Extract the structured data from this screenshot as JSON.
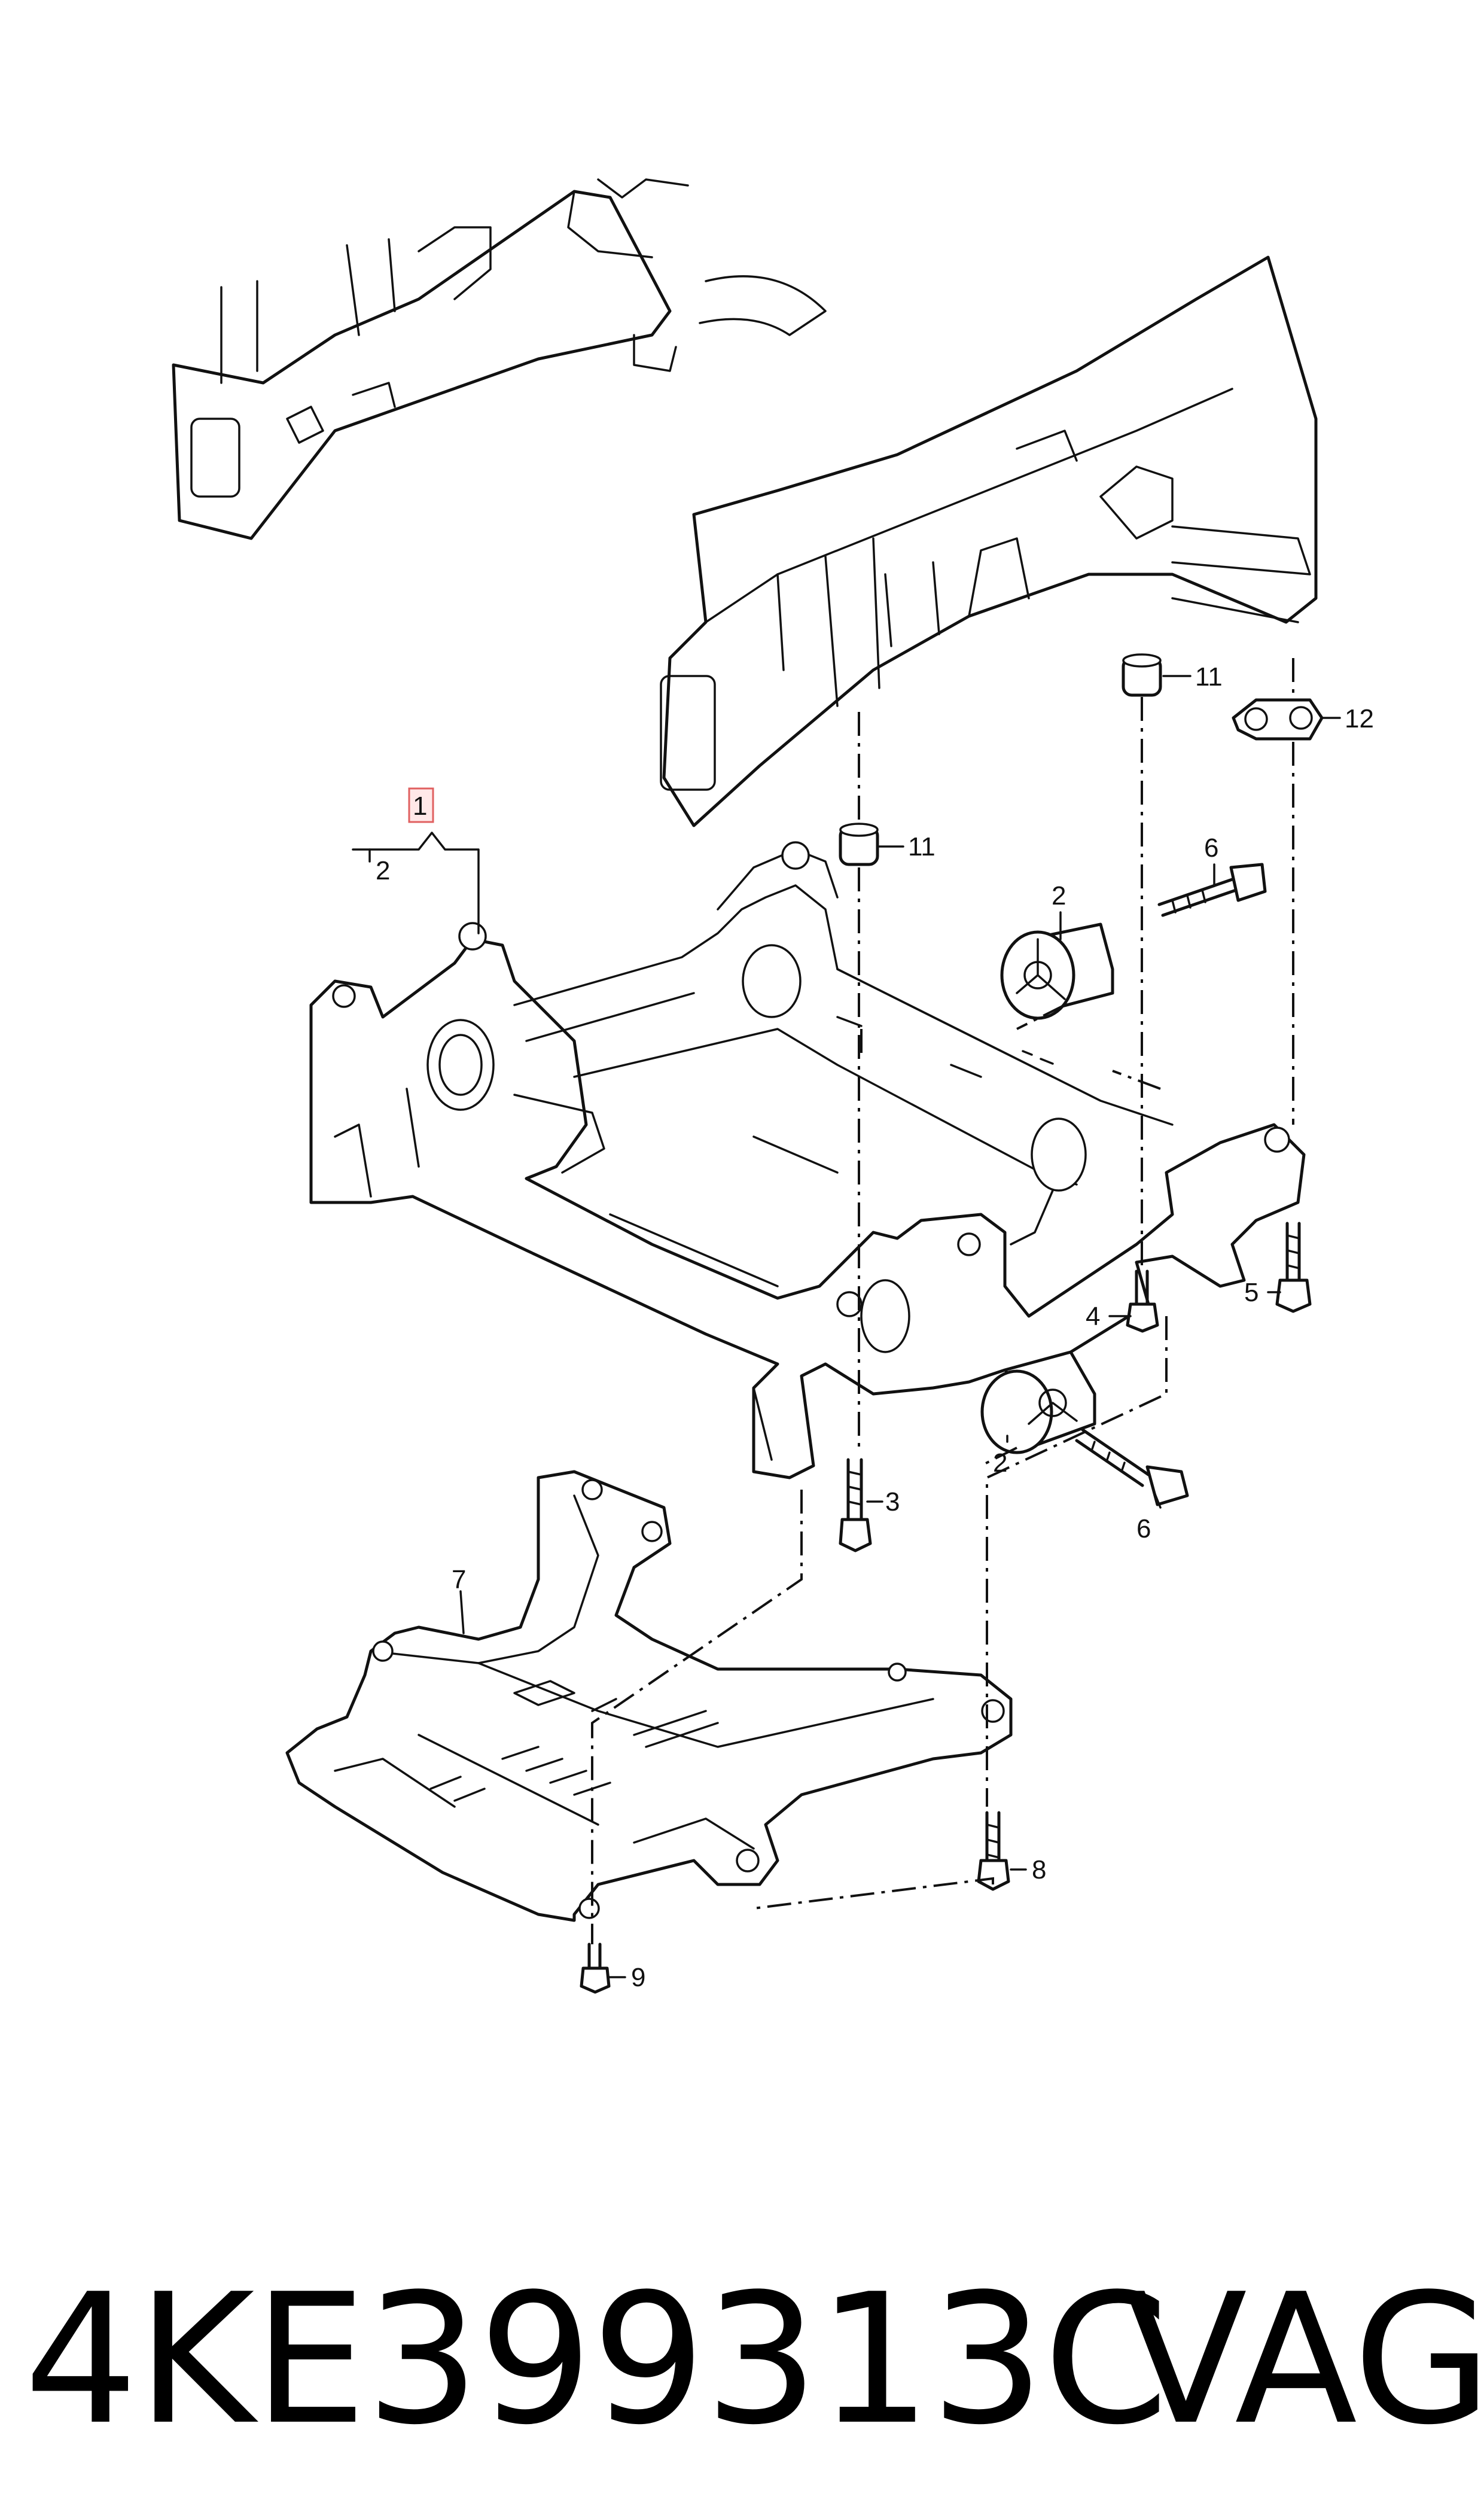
{
  "diagram": {
    "callouts": {
      "c1": "1",
      "c2a": "2",
      "c2b": "2",
      "c2c": "2",
      "c3": "3",
      "c4": "4",
      "c5": "5",
      "c6a": "6",
      "c6b": "6",
      "c7": "7",
      "c8": "8",
      "c9": "9",
      "c11a": "11",
      "c11b": "11",
      "c12": "12"
    }
  },
  "caption": {
    "part_number": "4KE399313C",
    "brand": "VAG"
  },
  "colors": {
    "ink": "#111111",
    "callout_box": "#e06060",
    "background": "#ffffff"
  }
}
